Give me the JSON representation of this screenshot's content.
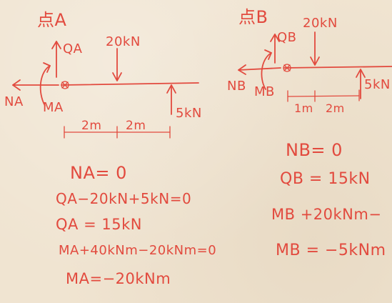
{
  "point_a": {
    "title": "点A",
    "q_label": "QA",
    "load_label": "20kN",
    "n_label": "NA",
    "m_label": "MA",
    "end_load_label": "5kN",
    "dim_left": "2m",
    "dim_right": "2m",
    "equations": [
      "NA= 0",
      "QA−20kN+5kN=0",
      "QA = 15kN",
      "MA+40kNm−20kNm=0",
      "MA=−20kNm"
    ]
  },
  "point_b": {
    "title": "点B",
    "q_label": "QB",
    "load_label": "20kN",
    "n_label": "NB",
    "m_label": "MB",
    "end_load_label": "5kN",
    "dim_left": "1m",
    "dim_right": "2m",
    "equations": [
      "NB= 0",
      "QB = 15kN",
      "MB +20kNm−",
      "MB = −5kNm"
    ]
  }
}
